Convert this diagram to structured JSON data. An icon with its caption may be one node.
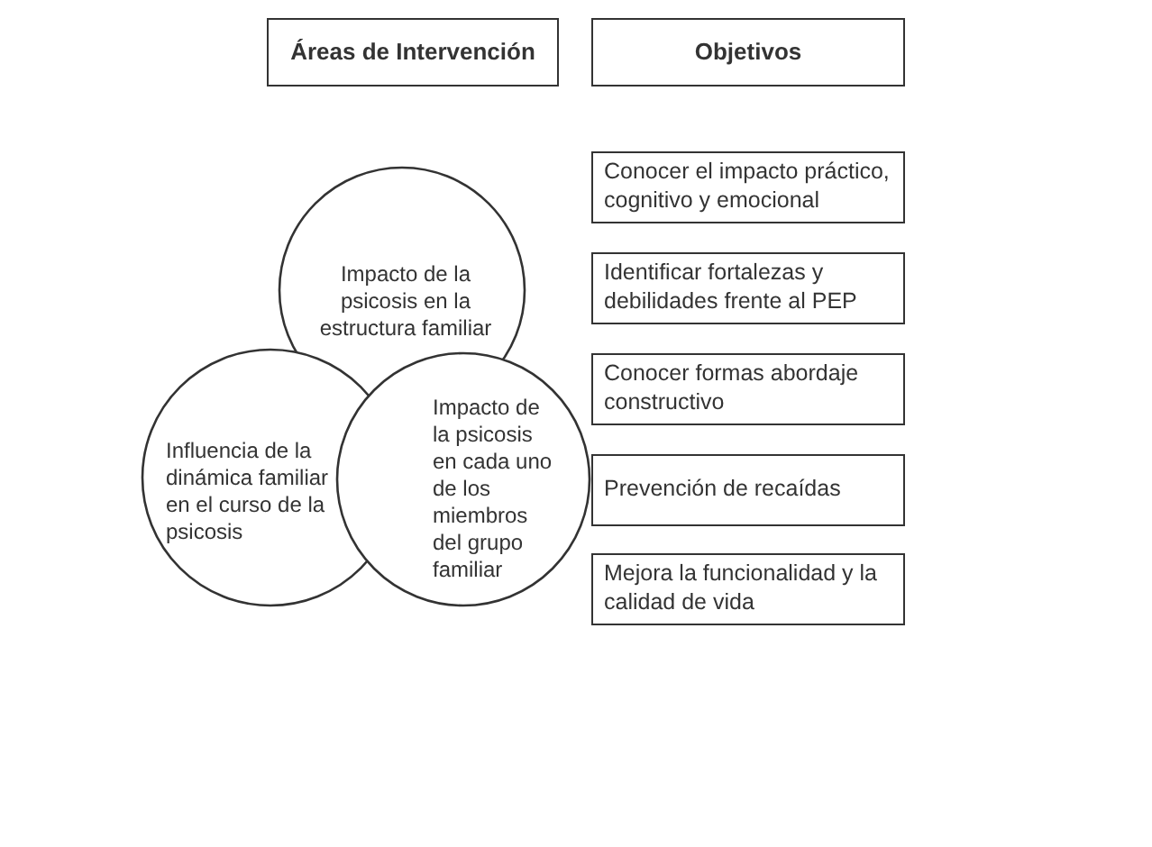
{
  "diagram": {
    "nodes": [
      {
        "text": [
          "Áreas de Intervención"
        ]
      },
      {
        "text": [
          "Objetivos"
        ]
      },
      {
        "text": [
          "Impacto de la psicosis en la estructura familiar"
        ]
      },
      {
        "text": [
          "Influencia de la dinámica familiar en el curso de la psicosis"
        ]
      },
      {
        "text": [
          "Impacto de la psicosis en cada uno de los miembros del grupo familiar"
        ]
      },
      {
        "text": [
          "Conocer el impacto práctico, cognitivo y emocional"
        ]
      },
      {
        "text": [
          "Identificar fortalezas y debilidades frente al PEP"
        ]
      },
      {
        "text": [
          "Conocer formas abordaje constructivo"
        ]
      },
      {
        "text": [
          "Prevención de recaídas"
        ]
      },
      {
        "text": [
          "Mejora la funcionalidad y la calidad de vida"
        ]
      }
    ],
    "edges": []
  }
}
